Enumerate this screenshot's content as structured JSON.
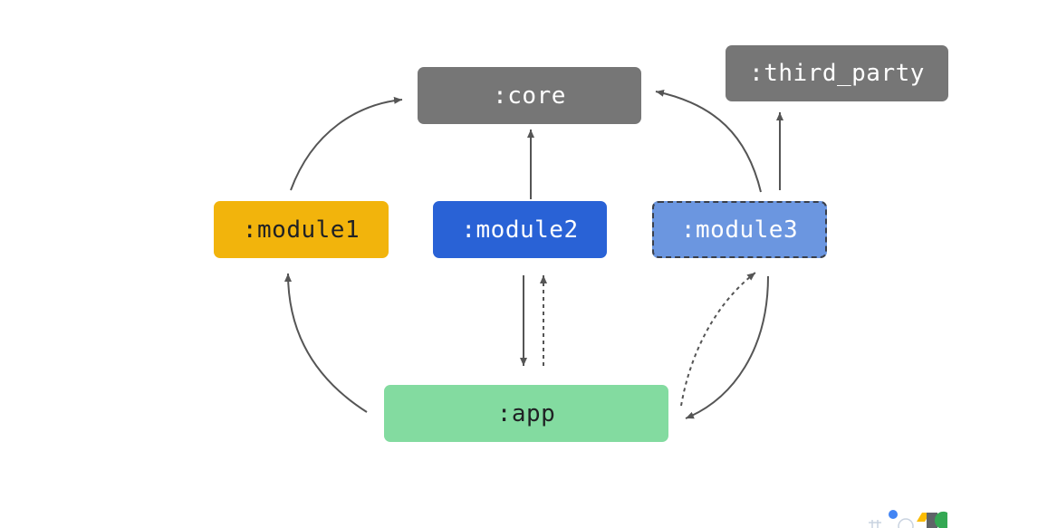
{
  "nodes": {
    "core": {
      "label": ":core",
      "color": "#767676",
      "text_color": "#ffffff"
    },
    "third_party": {
      "label": ":third_party",
      "color": "#767676",
      "text_color": "#ffffff"
    },
    "module1": {
      "label": ":module1",
      "color": "#f2b40c",
      "text_color": "#202124"
    },
    "module2": {
      "label": ":module2",
      "color": "#2962d6",
      "text_color": "#ffffff"
    },
    "module3": {
      "label": ":module3",
      "color": "#6b96e0",
      "text_color": "#ffffff",
      "border": "dashed"
    },
    "app": {
      "label": ":app",
      "color": "#83dba0",
      "text_color": "#202124"
    }
  },
  "edges": [
    {
      "from": "module1",
      "to": "core",
      "style": "solid"
    },
    {
      "from": "module2",
      "to": "core",
      "style": "solid"
    },
    {
      "from": "module3",
      "to": "core",
      "style": "solid"
    },
    {
      "from": "module3",
      "to": "third_party",
      "style": "solid"
    },
    {
      "from": "module2",
      "to": "app",
      "style": "solid"
    },
    {
      "from": "app",
      "to": "module2",
      "style": "dashed"
    },
    {
      "from": "app",
      "to": "module1",
      "style": "solid"
    },
    {
      "from": "module3",
      "to": "app",
      "style": "solid"
    },
    {
      "from": "app",
      "to": "module3",
      "style": "dashed"
    }
  ],
  "colors": {
    "edge": "#555555"
  },
  "logo": {
    "icon": "google-io-logo-icon"
  }
}
